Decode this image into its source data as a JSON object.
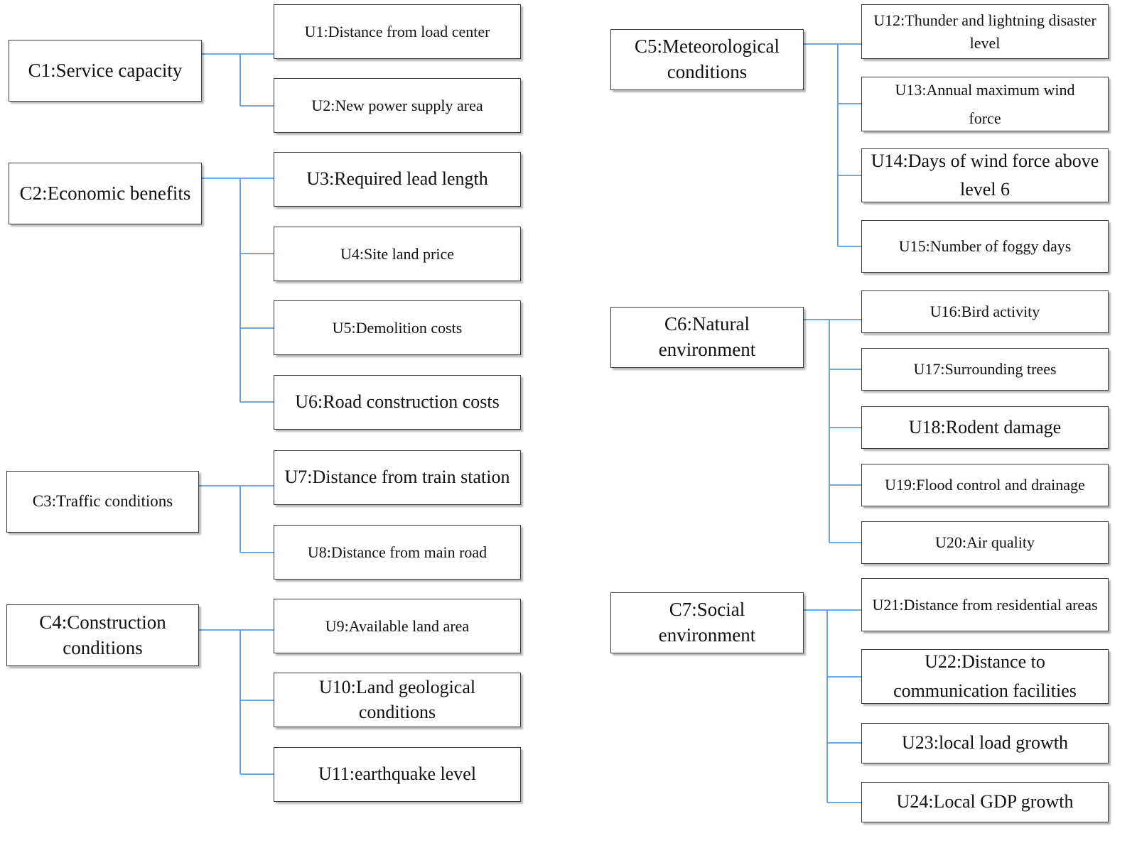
{
  "colors": {
    "connector": "#5b9bd5",
    "border": "#3a3a3a"
  },
  "criteria": [
    {
      "id": "C1",
      "label": "C1:Service capacity",
      "items": [
        {
          "label": "U1:Distance from load center"
        },
        {
          "label": "U2:New power supply area"
        }
      ]
    },
    {
      "id": "C2",
      "label": "C2:Economic benefits",
      "items": [
        {
          "label": "U3:Required lead length"
        },
        {
          "label": "U4:Site land price"
        },
        {
          "label": "U5:Demolition costs"
        },
        {
          "label": "U6:Road construction costs"
        }
      ]
    },
    {
      "id": "C3",
      "label": "C3:Traffic conditions",
      "items": [
        {
          "label": "U7:Distance from train station"
        },
        {
          "label": "U8:Distance from main road"
        }
      ]
    },
    {
      "id": "C4",
      "label": "C4:Construction conditions",
      "items": [
        {
          "label": "U9:Available land area"
        },
        {
          "label": "U10:Land geological conditions"
        },
        {
          "label": "U11:earthquake level"
        }
      ]
    },
    {
      "id": "C5",
      "label": "C5:Meteorological conditions",
      "items": [
        {
          "label": "U12:Thunder and lightning disaster level"
        },
        {
          "label": "U13:Annual maximum wind force"
        },
        {
          "label": "U14:Days of wind force above level 6"
        },
        {
          "label": "U15:Number of foggy days"
        }
      ]
    },
    {
      "id": "C6",
      "label": "C6:Natural environment",
      "items": [
        {
          "label": "U16:Bird activity"
        },
        {
          "label": "U17:Surrounding trees"
        },
        {
          "label": "U18:Rodent damage"
        },
        {
          "label": "U19:Flood control and drainage"
        },
        {
          "label": "U20:Air quality"
        }
      ]
    },
    {
      "id": "C7",
      "label": "C7:Social environment",
      "items": [
        {
          "label": "U21:Distance from residential areas"
        },
        {
          "label": "U22:Distance to communication facilities"
        },
        {
          "label": "U23:local load growth"
        },
        {
          "label": "U24:Local GDP growth"
        }
      ]
    }
  ]
}
